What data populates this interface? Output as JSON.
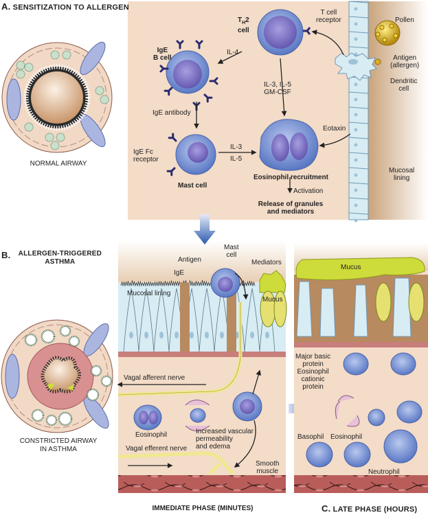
{
  "panel_a": {
    "letter": "A.",
    "title": "SENSITIZATION TO ALLERGEN",
    "airway_caption": "NORMAL AIRWAY",
    "labels": {
      "th2_cell_line1": "T",
      "th2_cell_sub": "H",
      "th2_cell_line1_end": "2",
      "th2_cell_line2": "cell",
      "t_cell_receptor_1": "T cell",
      "t_cell_receptor_2": "receptor",
      "pollen": "Pollen",
      "antigen_1": "Antigen",
      "antigen_2": "(allergen)",
      "dendritic_1": "Dendritic",
      "dendritic_2": "cell",
      "ige_b_cell_1": "IgE",
      "ige_b_cell_2": "B cell",
      "il4": "IL-4",
      "il3_il5_1": "IL-3, IL-5",
      "il3_il5_2": "GM-CSF",
      "ige_antibody": "IgE antibody",
      "ige_fc_1": "IgE Fc",
      "ige_fc_2": "receptor",
      "mast_cell": "Mast cell",
      "il3": "IL-3",
      "il5": "IL-5",
      "eotaxin": "Eotaxin",
      "eosinophil_recruitment": "Eosinophil recruitment",
      "activation": "Activation",
      "release_1": "Release of granules",
      "release_2": "and mediators",
      "mucosal_lining_1": "Mucosal",
      "mucosal_lining_2": "lining"
    }
  },
  "panel_b": {
    "letter": "B.",
    "title_1": "ALLERGEN-TRIGGERED",
    "title_2": "ASTHMA",
    "airway_caption_1": "CONSTRICTED AIRWAY",
    "airway_caption_2": "IN ASTHMA",
    "phase_caption": "IMMEDIATE PHASE (MINUTES)",
    "labels": {
      "antigen": "Antigen",
      "mast_cell_1": "Mast",
      "mast_cell_2": "cell",
      "mediators": "Mediators",
      "ige": "IgE",
      "mucosal_lining": "Mucosal lining",
      "mucus": "Mucus",
      "vagal_afferent": "Vagal afferent nerve",
      "eosinophil": "Eosinophil",
      "vascular_1": "Increased vascular",
      "vascular_2": "permeability",
      "vascular_3": "and edema",
      "vagal_efferent": "Vagal efferent nerve",
      "smooth_muscle_1": "Smooth",
      "smooth_muscle_2": "muscle"
    }
  },
  "panel_c": {
    "letter": "C.",
    "title": "LATE PHASE (HOURS)",
    "labels": {
      "mucus": "Mucus",
      "mbp_1": "Major basic",
      "mbp_2": "protein",
      "ecp_1": "Eosinophil",
      "ecp_2": "cationic",
      "ecp_3": "protein",
      "basophil": "Basophil",
      "eosinophil": "Eosinophil",
      "neutrophil": "Neutrophil"
    }
  },
  "colors": {
    "panel_bg": "#f3dcc8",
    "cell_blue": "#6f8fd0",
    "nucleus_purple": "#7a6fc0",
    "antibody_navy": "#2a2a6e",
    "epithelium": "#d8ecf4",
    "mucus_green": "#cddc3a",
    "muscle_red": "#b85a58",
    "arrow_blue": "#2f5fb0",
    "pollen_gold": "#d8b020"
  }
}
